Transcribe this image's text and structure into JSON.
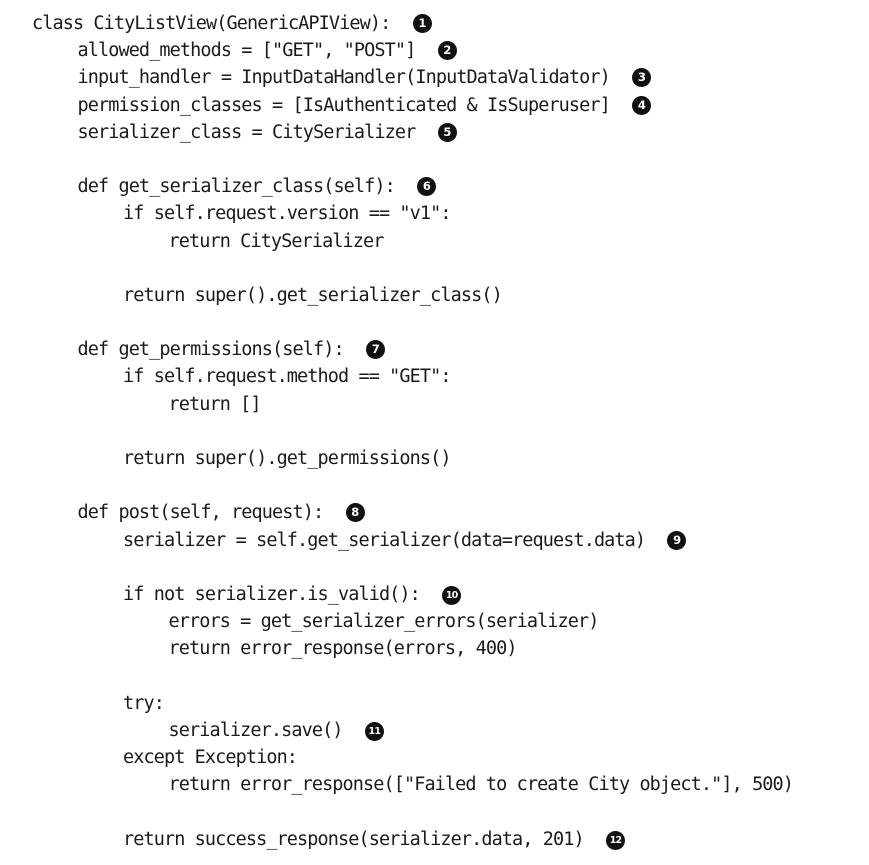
{
  "code_lines": [
    {
      "indent": 0,
      "text": "class CityListView(GenericAPIView):",
      "gap": 2,
      "callout": "1"
    },
    {
      "indent": 1,
      "text": "allowed_methods = [\"GET\", \"POST\"]",
      "gap": 2,
      "callout": "2"
    },
    {
      "indent": 1,
      "text": "input_handler = InputDataHandler(InputDataValidator)",
      "gap": 2,
      "callout": "3"
    },
    {
      "indent": 1,
      "text": "permission_classes = [IsAuthenticated & IsSuperuser]",
      "gap": 2,
      "callout": "4"
    },
    {
      "indent": 1,
      "text": "serializer_class = CitySerializer",
      "gap": 2,
      "callout": "5"
    },
    {
      "indent": 0,
      "text": "",
      "callout": ""
    },
    {
      "indent": 1,
      "text": "def get_serializer_class(self):",
      "gap": 2,
      "callout": "6"
    },
    {
      "indent": 2,
      "text": "if self.request.version == \"v1\":",
      "callout": ""
    },
    {
      "indent": 3,
      "text": "return CitySerializer",
      "callout": ""
    },
    {
      "indent": 0,
      "text": "",
      "callout": ""
    },
    {
      "indent": 2,
      "text": "return super().get_serializer_class()",
      "callout": ""
    },
    {
      "indent": 0,
      "text": "",
      "callout": ""
    },
    {
      "indent": 1,
      "text": "def get_permissions(self):",
      "gap": 2,
      "callout": "7"
    },
    {
      "indent": 2,
      "text": "if self.request.method == \"GET\":",
      "callout": ""
    },
    {
      "indent": 3,
      "text": "return []",
      "callout": ""
    },
    {
      "indent": 0,
      "text": "",
      "callout": ""
    },
    {
      "indent": 2,
      "text": "return super().get_permissions()",
      "callout": ""
    },
    {
      "indent": 0,
      "text": "",
      "callout": ""
    },
    {
      "indent": 1,
      "text": "def post(self, request):",
      "gap": 2,
      "callout": "8"
    },
    {
      "indent": 2,
      "text": "serializer = self.get_serializer(data=request.data)",
      "gap": 2,
      "callout": "9"
    },
    {
      "indent": 0,
      "text": "",
      "callout": ""
    },
    {
      "indent": 2,
      "text": "if not serializer.is_valid():",
      "gap": 2,
      "callout": "10"
    },
    {
      "indent": 3,
      "text": "errors = get_serializer_errors(serializer)",
      "callout": ""
    },
    {
      "indent": 3,
      "text": "return error_response(errors, 400)",
      "callout": ""
    },
    {
      "indent": 0,
      "text": "",
      "callout": ""
    },
    {
      "indent": 2,
      "text": "try:",
      "callout": ""
    },
    {
      "indent": 3,
      "text": "serializer.save()",
      "gap": 2,
      "callout": "11"
    },
    {
      "indent": 2,
      "text": "except Exception:",
      "callout": ""
    },
    {
      "indent": 3,
      "text": "return error_response([\"Failed to create City object.\"], 500)",
      "callout": ""
    },
    {
      "indent": 0,
      "text": "",
      "callout": ""
    },
    {
      "indent": 2,
      "text": "return success_response(serializer.data, 201)",
      "gap": 2,
      "callout": "12"
    }
  ]
}
